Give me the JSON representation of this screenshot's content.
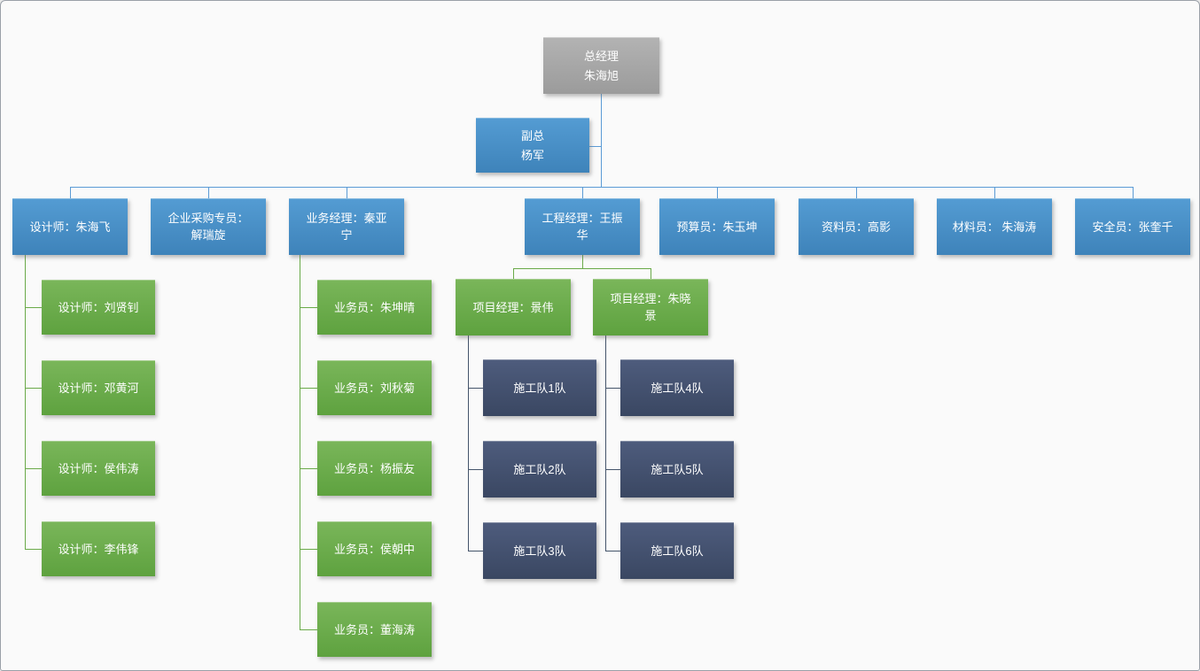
{
  "canvas": {
    "background": "#fafafa",
    "border_color": "#9aa0a8"
  },
  "org_chart": {
    "colors": {
      "ceo_gray": "#a7a7a7",
      "manager_blue": "#4890c9",
      "staff_green": "#6cac4d",
      "team_dark_blue": "#44546a",
      "connector_blue": "#5b9bd5",
      "connector_green": "#6aaa49",
      "connector_dark": "#44546a"
    },
    "ceo": {
      "title": "总经理",
      "name": "朱海旭"
    },
    "deputy": {
      "title": "副总",
      "name": "杨军"
    },
    "managers": [
      {
        "label": "设计师：朱海飞"
      },
      {
        "label": "企业采购专员：\n解瑞旋"
      },
      {
        "label": "业务经理：秦亚\n宁"
      },
      {
        "label": "工程经理：王振\n华"
      },
      {
        "label": "预算员：朱玉坤"
      },
      {
        "label": "资料员：高影"
      },
      {
        "label": "材料员： 朱海涛"
      },
      {
        "label": "安全员：张奎千"
      }
    ],
    "designers": [
      {
        "label": "设计师：刘贤钊"
      },
      {
        "label": "设计师：邓黄河"
      },
      {
        "label": "设计师：侯伟涛"
      },
      {
        "label": "设计师：李伟锋"
      }
    ],
    "sales_staff": [
      {
        "label": "业务员：朱坤晴"
      },
      {
        "label": "业务员：刘秋菊"
      },
      {
        "label": "业务员：杨振友"
      },
      {
        "label": "业务员：侯朝中"
      },
      {
        "label": "业务员：董海涛"
      }
    ],
    "project_managers": [
      {
        "label": "项目经理：景伟"
      },
      {
        "label": "项目经理：朱晓\n景"
      }
    ],
    "construction_teams_pm1": [
      {
        "label": "施工队1队"
      },
      {
        "label": "施工队2队"
      },
      {
        "label": "施工队3队"
      }
    ],
    "construction_teams_pm2": [
      {
        "label": "施工队4队"
      },
      {
        "label": "施工队5队"
      },
      {
        "label": "施工队6队"
      }
    ]
  }
}
